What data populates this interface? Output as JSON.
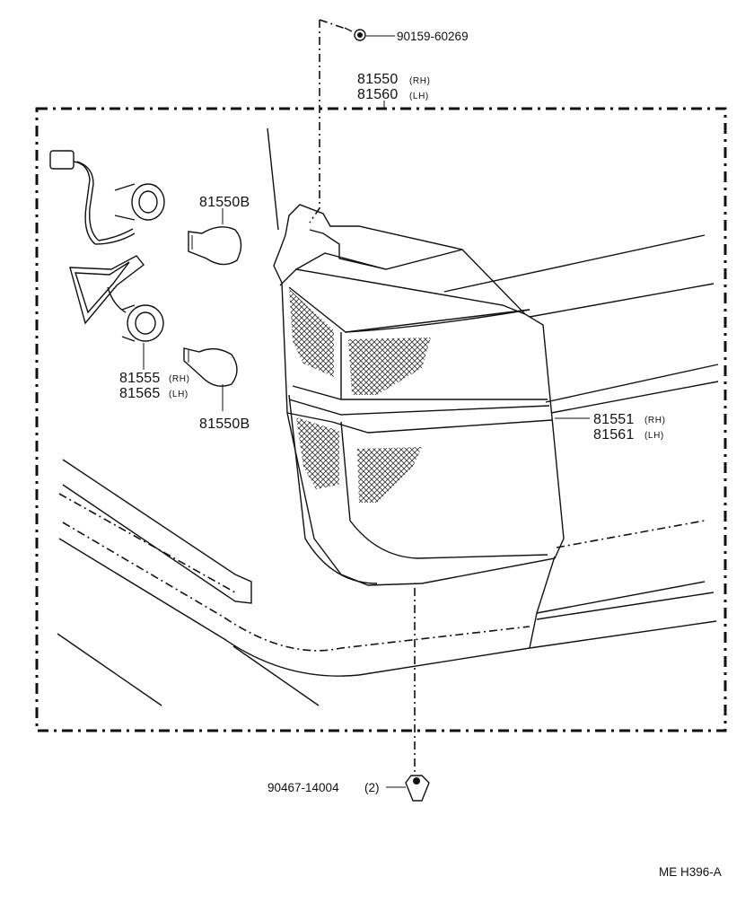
{
  "diagram": {
    "drawing_code": "ME H396-A",
    "parts": {
      "screw": {
        "number": "90159-60269"
      },
      "lamp_assy": {
        "number_rh": "81550",
        "suffix_rh": "(RH)",
        "number_lh": "81560",
        "suffix_lh": "(LH)"
      },
      "bulb_upper": {
        "number": "81550B"
      },
      "bulb_lower": {
        "number": "81550B"
      },
      "socket_wire": {
        "number_rh": "81555",
        "suffix_rh": "(RH)",
        "number_lh": "81565",
        "suffix_lh": "(LH)"
      },
      "lens": {
        "number_rh": "81551",
        "suffix_rh": "(RH)",
        "number_lh": "81561",
        "suffix_lh": "(LH)"
      },
      "nut": {
        "number": "90467-14004",
        "qty": "(2)"
      }
    }
  }
}
